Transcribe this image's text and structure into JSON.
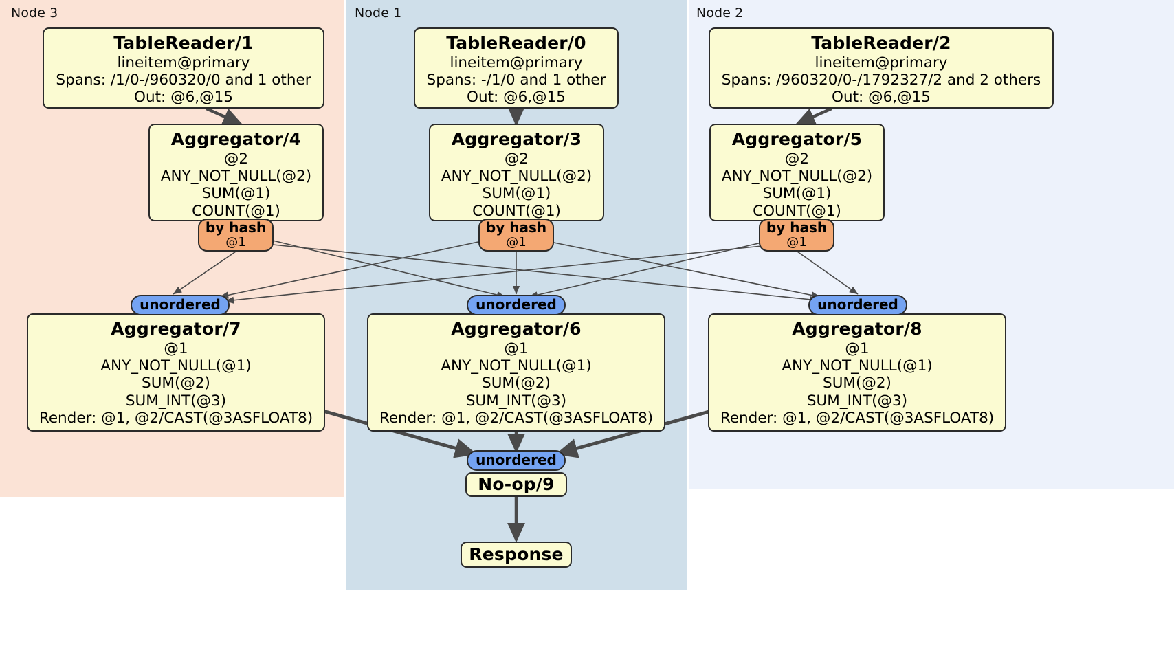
{
  "diagram": {
    "kind": "distributed-query-plan",
    "panels": [
      {
        "id": "node3",
        "label": "Node 3",
        "color": "#fbe3d6"
      },
      {
        "id": "node1",
        "label": "Node 1",
        "color": "#cfdfea"
      },
      {
        "id": "node2",
        "label": "Node 2",
        "color": "#edf2fb"
      }
    ],
    "colors": {
      "processor_fill": "#fbfbd2",
      "processor_stroke": "#2b2b2b",
      "hash_router_fill": "#f4a873",
      "unordered_synchronizer_fill": "#74a3f2",
      "edge_stroke": "#4a4a4a"
    },
    "nodes": {
      "tablereader1": {
        "title": "TableReader/1",
        "lines": [
          "lineitem@primary",
          "Spans: /1/0-/960320/0 and 1 other",
          "Out: @6,@15"
        ]
      },
      "tablereader0": {
        "title": "TableReader/0",
        "lines": [
          "lineitem@primary",
          "Spans: -/1/0 and 1 other",
          "Out: @6,@15"
        ]
      },
      "tablereader2": {
        "title": "TableReader/2",
        "lines": [
          "lineitem@primary",
          "Spans: /960320/0-/1792327/2 and 2 others",
          "Out: @6,@15"
        ]
      },
      "aggregator4": {
        "title": "Aggregator/4",
        "lines": [
          "@2",
          "ANY_NOT_NULL(@2)",
          "SUM(@1)",
          "COUNT(@1)"
        ]
      },
      "aggregator3": {
        "title": "Aggregator/3",
        "lines": [
          "@2",
          "ANY_NOT_NULL(@2)",
          "SUM(@1)",
          "COUNT(@1)"
        ]
      },
      "aggregator5": {
        "title": "Aggregator/5",
        "lines": [
          "@2",
          "ANY_NOT_NULL(@2)",
          "SUM(@1)",
          "COUNT(@1)"
        ]
      },
      "aggregator7": {
        "title": "Aggregator/7",
        "lines": [
          "@1",
          "ANY_NOT_NULL(@1)",
          "SUM(@2)",
          "SUM_INT(@3)",
          "Render: @1, @2/CAST(@3ASFLOAT8)"
        ]
      },
      "aggregator6": {
        "title": "Aggregator/6",
        "lines": [
          "@1",
          "ANY_NOT_NULL(@1)",
          "SUM(@2)",
          "SUM_INT(@3)",
          "Render: @1, @2/CAST(@3ASFLOAT8)"
        ]
      },
      "aggregator8": {
        "title": "Aggregator/8",
        "lines": [
          "@1",
          "ANY_NOT_NULL(@1)",
          "SUM(@2)",
          "SUM_INT(@3)",
          "Render: @1, @2/CAST(@3ASFLOAT8)"
        ]
      },
      "noop9": {
        "title": "No-op/9",
        "lines": []
      },
      "response": {
        "title": "Response",
        "lines": []
      }
    },
    "routers": {
      "hash_left": {
        "title": "by hash",
        "sub": "@1"
      },
      "hash_center": {
        "title": "by hash",
        "sub": "@1"
      },
      "hash_right": {
        "title": "by hash",
        "sub": "@1"
      },
      "sync_left": {
        "title": "unordered",
        "sub": ""
      },
      "sync_center": {
        "title": "unordered",
        "sub": ""
      },
      "sync_right": {
        "title": "unordered",
        "sub": ""
      },
      "sync_final": {
        "title": "unordered",
        "sub": ""
      }
    }
  }
}
